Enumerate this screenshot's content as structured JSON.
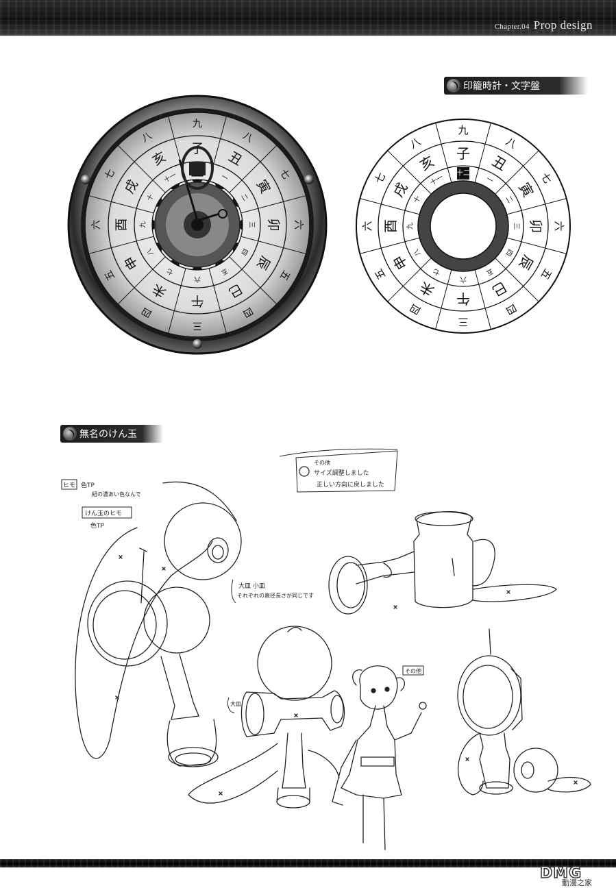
{
  "header": {
    "chapter_label": "Chapter.04",
    "section_title": "Prop design"
  },
  "sections": {
    "clock": {
      "label": "印籠時計・文字盤",
      "outer_ring": [
        "九",
        "八",
        "七",
        "六",
        "五",
        "四",
        "三",
        "四",
        "五",
        "六",
        "七",
        "八"
      ],
      "zodiac_ring": [
        "子",
        "丑",
        "寅",
        "卯",
        "辰",
        "巳",
        "午",
        "未",
        "申",
        "酉",
        "戌",
        "亥"
      ],
      "inner_ring": [
        "十二",
        "一",
        "二",
        "三",
        "四",
        "五",
        "六",
        "七",
        "八",
        "九",
        "十",
        "十一"
      ]
    },
    "kendama": {
      "label": "無名のけん玉",
      "notes": {
        "string_label": "ヒモ",
        "string_color": "色TP",
        "string_desc": "紐の濃あい色なんで",
        "kendama_string": "けん玉のヒモ",
        "kendama_string_color": "色TP",
        "memo_top": "その他",
        "memo_line1": "サイズ調整しました",
        "memo_line2": "正しい方向に戻しました",
        "size_note_1": "大皿 小皿",
        "size_note_2": "それぞれの直径長さが同じです",
        "mumei_tag": "その他",
        "ken_tag": "大皿"
      }
    }
  },
  "watermark": {
    "logo": "DMG",
    "site": "動漫之家"
  }
}
